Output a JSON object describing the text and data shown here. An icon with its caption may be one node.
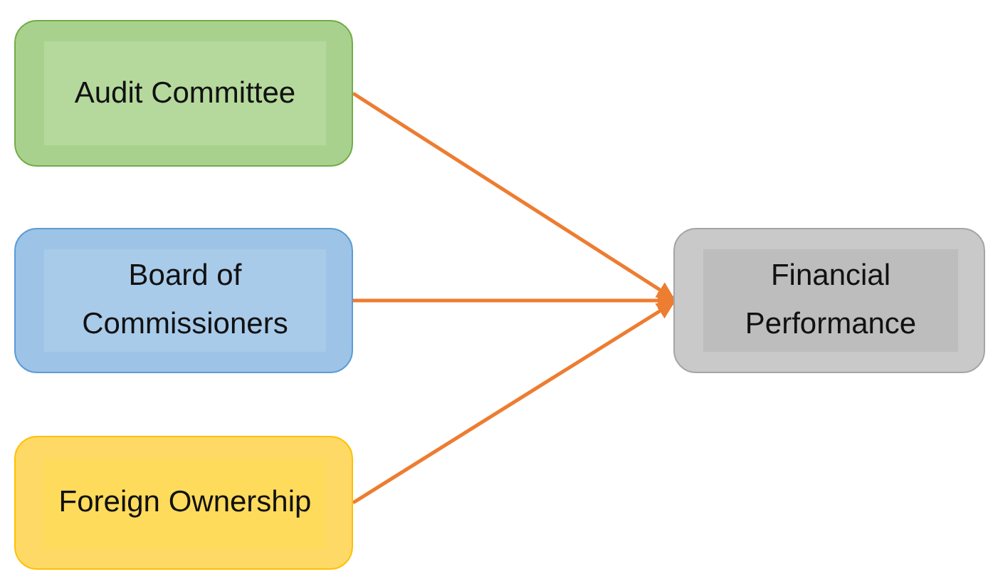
{
  "diagram": {
    "nodes": [
      {
        "text": [
          "Audit Committee"
        ]
      },
      {
        "text": [
          "Board of Commissioners"
        ]
      },
      {
        "text": [
          "Foreign Ownership"
        ]
      },
      {
        "text": [
          "Financial Performance"
        ]
      }
    ],
    "edges": [
      {
        "from": 0,
        "to": 3,
        "arrow": "to"
      },
      {
        "from": 1,
        "to": 3,
        "arrow": "to"
      },
      {
        "from": 2,
        "to": 3,
        "arrow": "to"
      }
    ]
  }
}
